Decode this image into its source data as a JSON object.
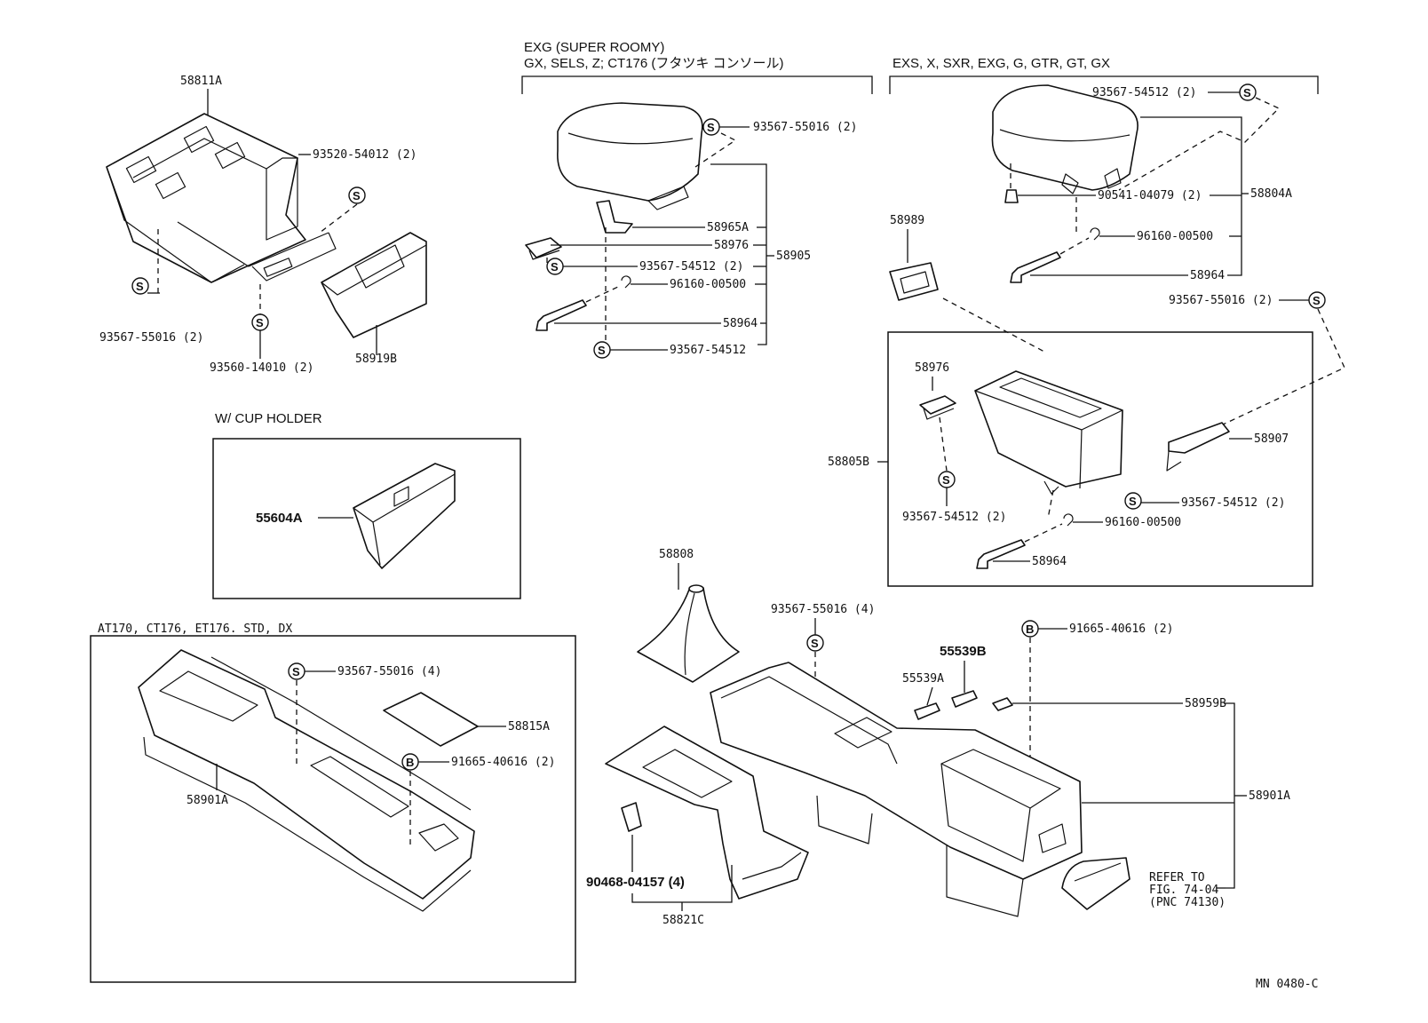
{
  "headers": {
    "exg_line1": "EXG (SUPER ROOMY)",
    "exg_line2": "GX, SELS, Z; CT176 (フタツキ コンソール)",
    "exs_group": "EXS, X, SXR, EXG, G, GTR, GT, GX",
    "cup_holder": "W/ CUP HOLDER",
    "at170": "AT170, CT176, ET176.  STD, DX"
  },
  "labels": {
    "p58811A": "58811A",
    "p93520_54012": "93520-54012 (2)",
    "p93567_55016_2_a": "93567-55016 (2)",
    "p93560_14010": "93560-14010 (2)",
    "p58919B": "58919B",
    "p93567_55016_2_b": "93567-55016 (2)",
    "p58965A": "58965A",
    "p58976_a": "58976",
    "p93567_54512_2_a": "93567-54512 (2)",
    "p58905": "58905",
    "p96160_00500_a": "96160-00500",
    "p58964_a": "58964",
    "p93567_54512_a": "93567-54512",
    "p93567_54512_2_b": "93567-54512 (2)",
    "p90541_04079": "90541-04079 (2)",
    "p58804A": "58804A",
    "p96160_00500_b": "96160-00500",
    "p58964_b": "58964",
    "p58989": "58989",
    "p93567_55016_2_c": "93567-55016 (2)",
    "p58976_b": "58976",
    "p58805B": "58805B",
    "p58907": "58907",
    "p93567_54512_2_c": "93567-54512 (2)",
    "p93567_54512_2_d": "93567-54512 (2)",
    "p96160_00500_c": "96160-00500",
    "p58964_c": "58964",
    "p55604A": "55604A",
    "p58808": "58808",
    "p93567_55016_4_a": "93567-55016 (4)",
    "p91665_40616_2_a": "91665-40616 (2)",
    "p55539B": "55539B",
    "p55539A": "55539A",
    "p58959B": "58959B",
    "p58901A_a": "58901A",
    "p90468_04157": "90468-04157 (4)",
    "p58821C": "58821C",
    "refer1": "REFER TO",
    "refer2": "FIG. 74-04",
    "refer3": "(PNC 74130)",
    "p93567_55016_4_b": "93567-55016 (4)",
    "p58815A": "58815A",
    "p91665_40616_2_b": "91665-40616 (2)",
    "p58901A_b": "58901A",
    "figure_code": "MN 0480-C"
  },
  "symbols": {
    "screw": "S",
    "bolt": "B"
  }
}
